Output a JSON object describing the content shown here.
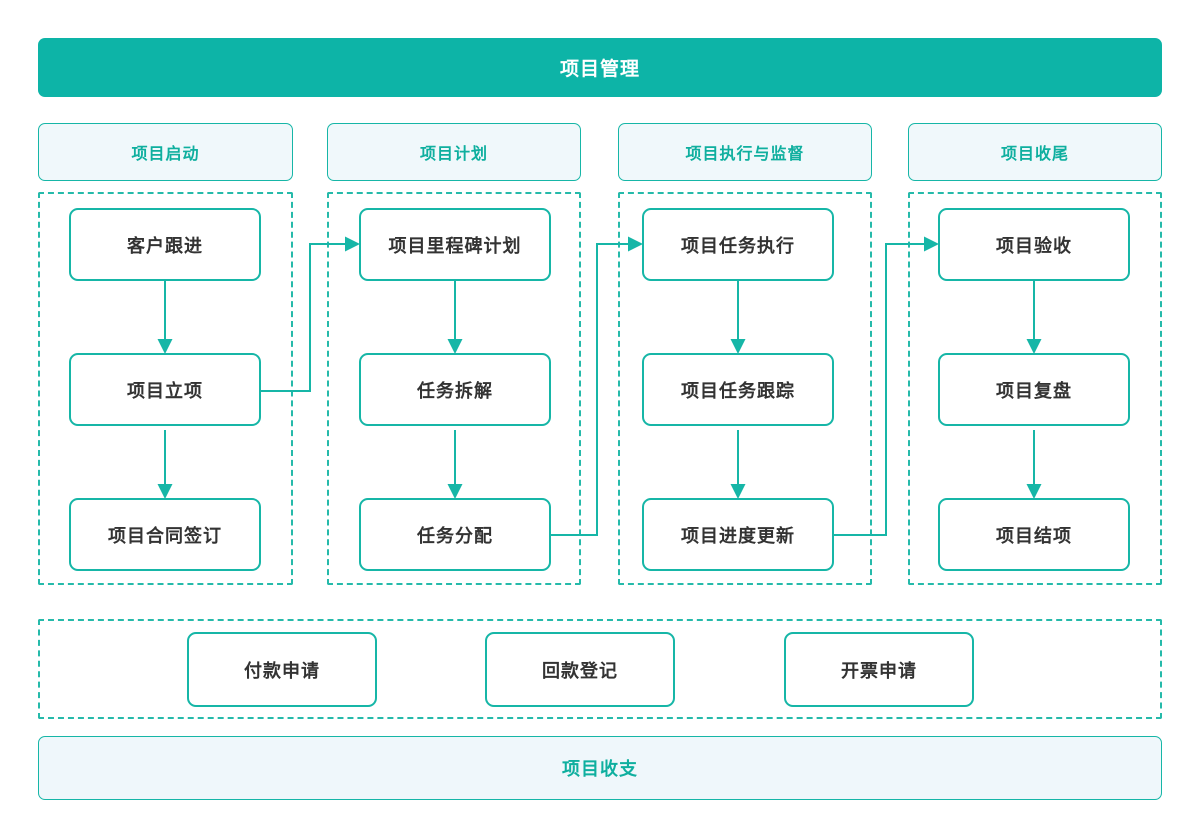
{
  "title_banner": {
    "label": "项目管理"
  },
  "columns": [
    {
      "header": "项目启动",
      "nodes": [
        "客户跟进",
        "项目立项",
        "项目合同签订"
      ]
    },
    {
      "header": "项目计划",
      "nodes": [
        "项目里程碑计划",
        "任务拆解",
        "任务分配"
      ]
    },
    {
      "header": "项目执行与监督",
      "nodes": [
        "项目任务执行",
        "项目任务跟踪",
        "项目进度更新"
      ]
    },
    {
      "header": "项目收尾",
      "nodes": [
        "项目验收",
        "项目复盘",
        "项目结项"
      ]
    }
  ],
  "finance_row": {
    "nodes": [
      "付款申请",
      "回款登记",
      "开票申请"
    ]
  },
  "bottom_banner": {
    "label": "项目收支"
  },
  "edges": [
    [
      "客户跟进",
      "项目立项"
    ],
    [
      "项目立项",
      "项目合同签订"
    ],
    [
      "项目立项",
      "项目里程碑计划"
    ],
    [
      "项目里程碑计划",
      "任务拆解"
    ],
    [
      "任务拆解",
      "任务分配"
    ],
    [
      "任务分配",
      "项目任务执行"
    ],
    [
      "项目任务执行",
      "项目任务跟踪"
    ],
    [
      "项目任务跟踪",
      "项目进度更新"
    ],
    [
      "项目进度更新",
      "项目验收"
    ],
    [
      "项目验收",
      "项目复盘"
    ],
    [
      "项目复盘",
      "项目结项"
    ]
  ],
  "colors": {
    "banner_fill": "#0DB4A7",
    "line_teal": "#16B6A7",
    "dashed_teal": "#25BAAA",
    "light_fill": "#F0F8FB",
    "banner_bottom_fill": "#EFF7FB",
    "teal_text": "#0FAF9F",
    "node_text": "#333333"
  }
}
